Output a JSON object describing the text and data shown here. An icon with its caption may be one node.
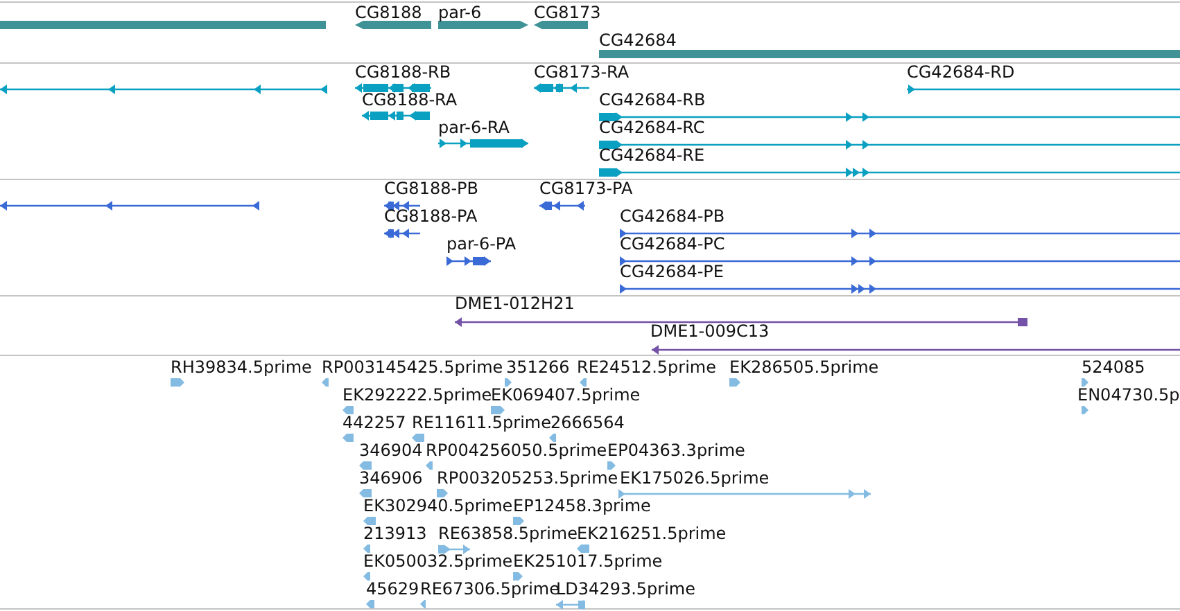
{
  "diagram": {
    "labels": [
      "CG8188",
      "par-6",
      "CG8173",
      "CG42684",
      "CG8188-RB",
      "CG8173-RA",
      "CG42684-RD",
      "CG8188-RA",
      "CG42684-RB",
      "par-6-RA",
      "CG42684-RC",
      "CG42684-RE",
      "CG8188-PB",
      "CG8173-PA",
      "CG8188-PA",
      "CG42684-PB",
      "par-6-PA",
      "CG42684-PC",
      "CG42684-PE",
      "DME1-012H21",
      "DME1-009C13",
      "RH39834.5prime",
      "RP003145425.5prime",
      "351266",
      "RE24512.5prime",
      "EK286505.5prime",
      "524085",
      "EK292222.5prime",
      "EK069407.5prime",
      "EN04730.5p",
      "442257",
      "RE11611.5prime",
      "2666564",
      "346904",
      "RP004256050.5prime",
      "EP04363.3prime",
      "346906",
      "RP003205253.5prime",
      "EK175026.5prime",
      "EK302940.5prime",
      "EP12458.3prime",
      "213913",
      "RE63858.5prime",
      "EK216251.5prime",
      "EK050032.5prime",
      "EK251017.5prime",
      "45629",
      "RE67306.5prime",
      "LD34293.5prime"
    ]
  }
}
